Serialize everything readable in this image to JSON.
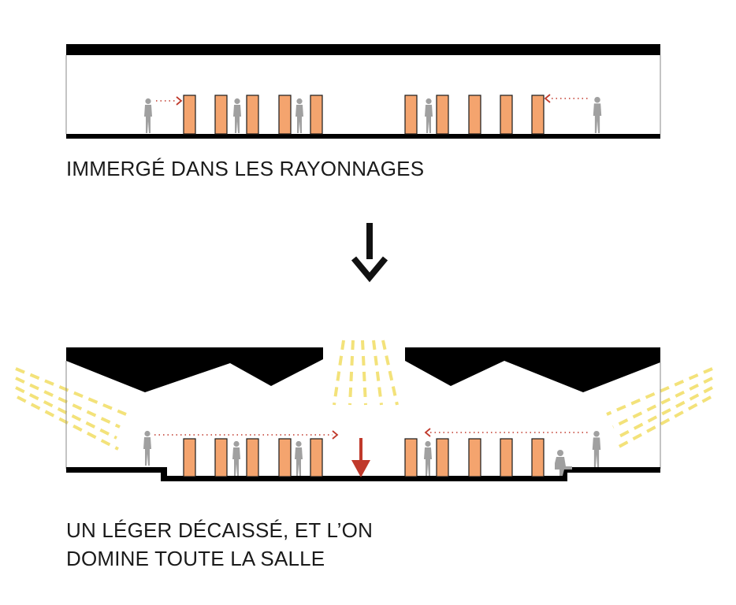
{
  "captions": {
    "before": "IMMERGÉ DANS LES RAYONNAGES",
    "after_line1": "UN LÉGER DÉCAISSÉ, ET L’ON",
    "after_line2": "DOMINE TOUTE LA SALLE"
  },
  "colors": {
    "structure": "#000000",
    "shelf_fill": "#f4a46e",
    "shelf_stroke": "#1a1a1a",
    "figure": "#a0a0a0",
    "sightline": "#c0392b",
    "daylight": "#f3e27a",
    "arrow_down_center": "#c0392b",
    "transition_arrow": "#111111"
  },
  "icons": {
    "person": "person-silhouette-icon",
    "shelf": "bookshelf-icon",
    "transition": "arrow-down-icon"
  }
}
